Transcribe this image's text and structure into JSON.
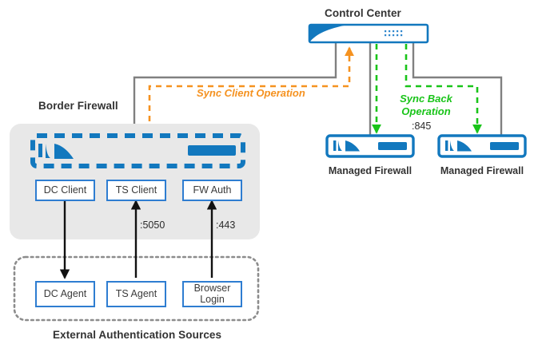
{
  "diagram": {
    "title_control_center": "Control Center",
    "title_border_firewall": "Border Firewall",
    "title_external_sources": "External Authentication Sources",
    "flows": {
      "sync_client": "Sync Client Operation",
      "sync_back_line1": "Sync Back",
      "sync_back_line2": "Operation",
      "sync_back_port": ":845"
    },
    "ports": {
      "ts_client": ":5050",
      "fw_auth": ":443"
    },
    "border_firewall_services": [
      {
        "label": "DC Client"
      },
      {
        "label": "TS Client"
      },
      {
        "label": "FW Auth"
      }
    ],
    "external_sources": [
      {
        "label": "DC Agent"
      },
      {
        "label": "TS Agent"
      },
      {
        "label": "Browser\nLogin"
      }
    ],
    "managed_firewalls": [
      {
        "caption": "Managed Firewall"
      },
      {
        "caption": "Managed Firewall"
      }
    ],
    "colors": {
      "brand_blue": "#1278be",
      "node_border_blue": "#2e7dd1",
      "flow_sync_client": "#f59220",
      "flow_sync_back": "#19c419",
      "link_gray": "#808080",
      "zone_fill": "#e8e8e8",
      "zone_dotted": "#8c8c8c",
      "text_dark": "#333333"
    }
  }
}
